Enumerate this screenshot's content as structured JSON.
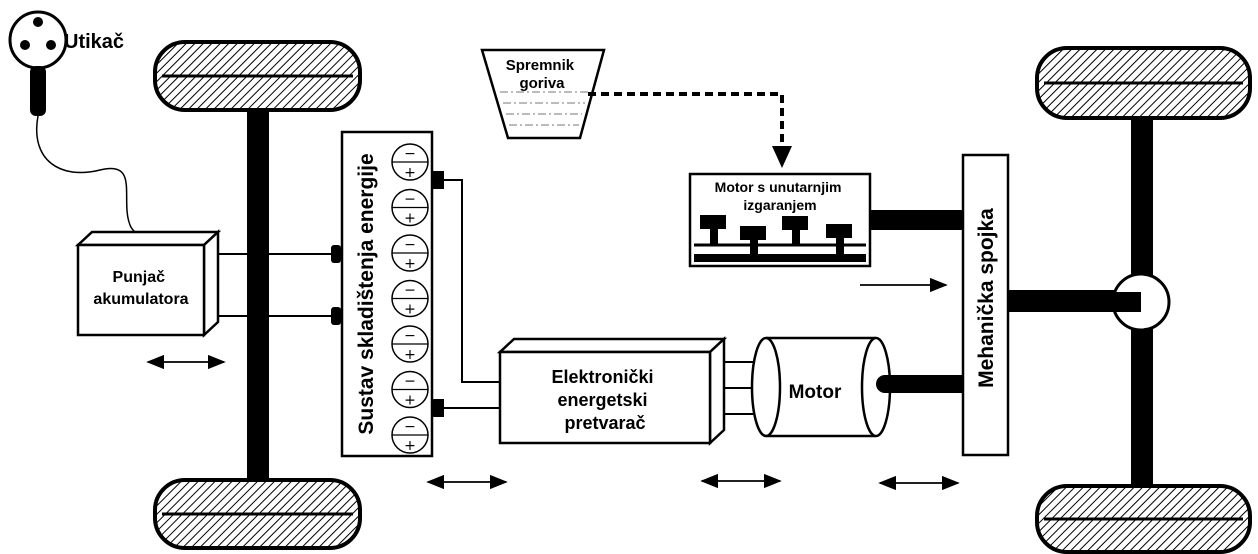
{
  "labels": {
    "plug": "Utikač",
    "fuel_tank": [
      "Spremnik",
      "goriva"
    ],
    "battery_charger": [
      "Punjač",
      "akumulatora"
    ],
    "energy_storage": "Sustav skladištenja energije",
    "power_converter": [
      "Elektronički",
      "energetski",
      "pretvarač"
    ],
    "motor": "Motor",
    "ice": [
      "Motor s unutarnjim",
      "izgaranjem"
    ],
    "coupling": "Mehanička spojka"
  },
  "battery_cells": [
    {
      "minus": "−",
      "plus": "+"
    },
    {
      "minus": "−",
      "plus": "+"
    },
    {
      "minus": "−",
      "plus": "+"
    },
    {
      "minus": "−",
      "plus": "+"
    },
    {
      "minus": "−",
      "plus": "+"
    },
    {
      "minus": "−",
      "plus": "+"
    },
    {
      "minus": "−",
      "plus": "+"
    }
  ]
}
